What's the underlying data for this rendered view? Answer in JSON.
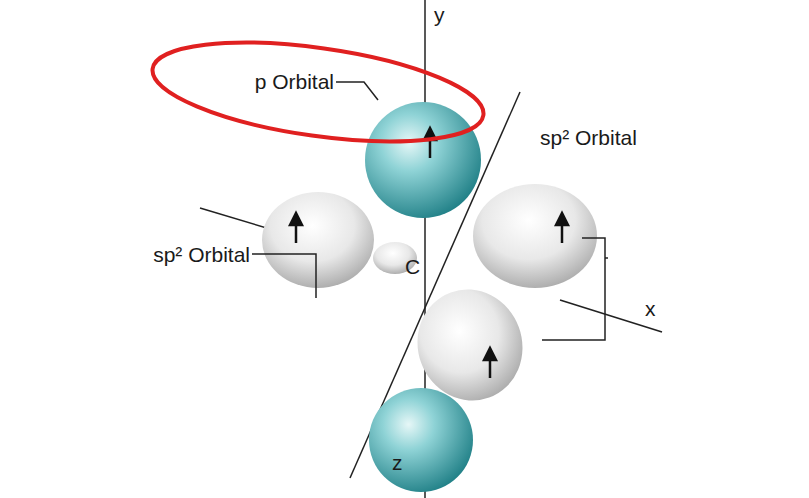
{
  "diagram": {
    "labels": [
      "y",
      "p Orbital",
      "sp² Orbital",
      "sp² Orbital",
      "C",
      "x",
      "z"
    ]
  }
}
